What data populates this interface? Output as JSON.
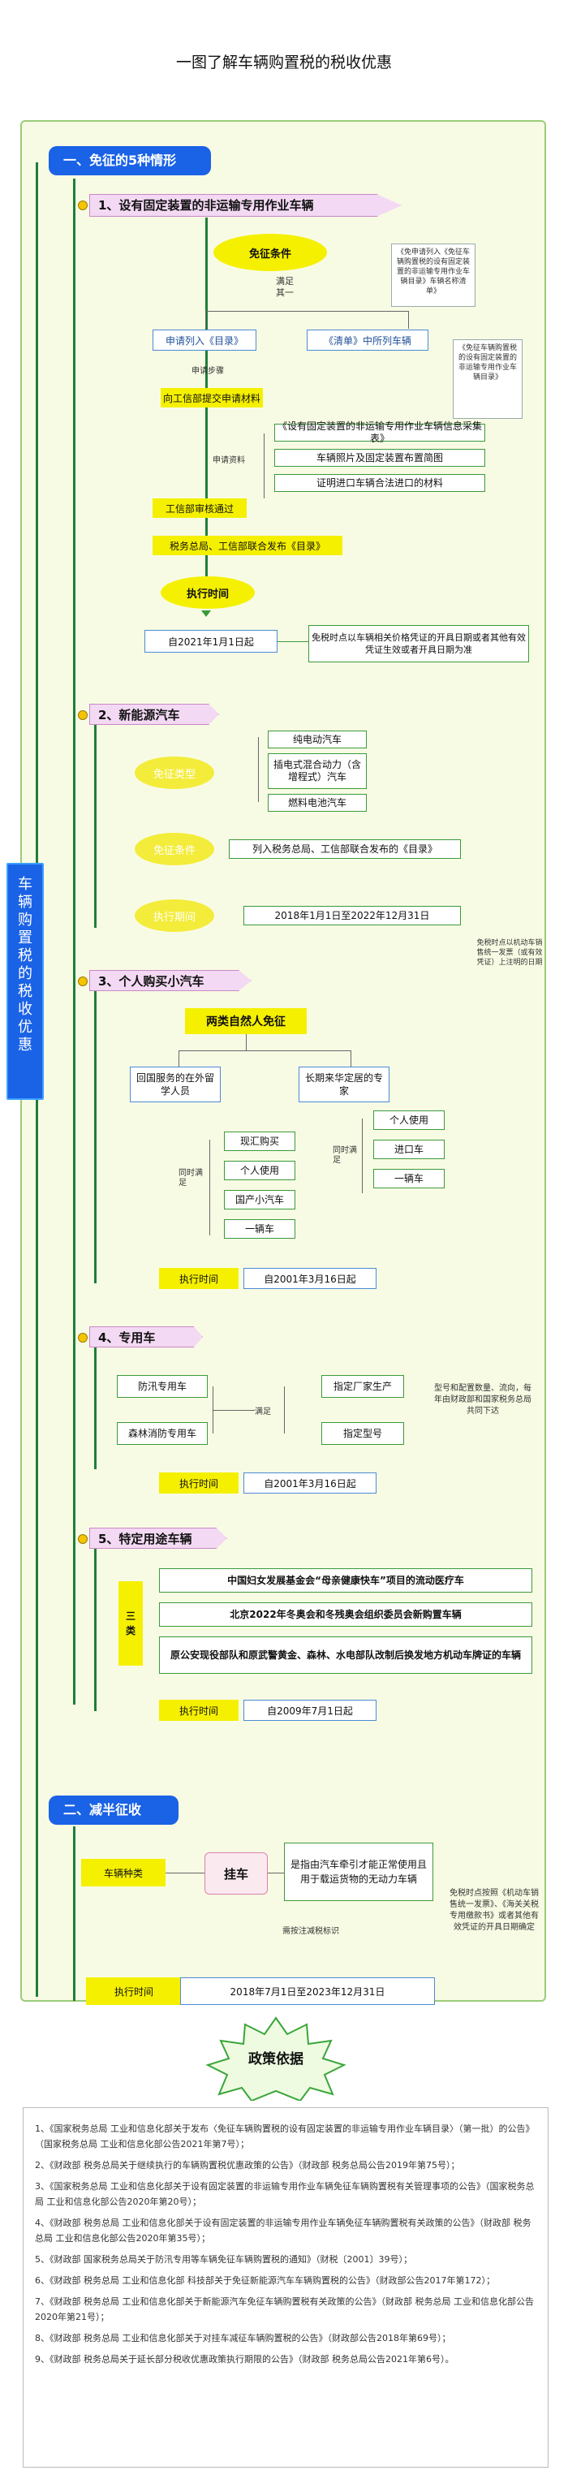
{
  "title": "一图了解车辆购置税的税收优惠",
  "vertical_title": [
    "车",
    "辆",
    "购",
    "置",
    "税",
    "的",
    "税",
    "收",
    "优",
    "惠"
  ],
  "section1": "一、免征的5种情形",
  "section2": "二、减半征收",
  "cat1": {
    "banner": "1、设有固定装置的非运输专用作业车辆",
    "condition": "免征条件",
    "meet": "满足",
    "one_of": "其一",
    "left_option": "申请列入《目录》",
    "right_option": "《清单》中所列车辆",
    "note1": "《免申请列入《免征车辆购置税的设有固定装置的非运输专用作业车辆目录》车辆名称清单》",
    "note2": "《免征车辆购置税的设有固定装置的非运输专用作业车辆目录》",
    "steps_label": "申请步骤",
    "step1": "向工信部提交申请材料",
    "materials_label": "申请资料",
    "materials": [
      "《设有固定装置的非运输专用作业车辆信息采集表》",
      "车辆照片及固定装置布置简图",
      "证明进口车辆合法进口的材料"
    ],
    "step2": "工信部审核通过",
    "step3": "税务总局、工信部联合发布《目录》",
    "exec": "执行时间",
    "exec_date": "自2021年1月1日起",
    "exec_note": "免税时点以车辆相关价格凭证的开具日期或者其他有效凭证生效或者开具日期为准"
  },
  "cat2": {
    "banner": "2、新能源汽车",
    "type_label": "免征类型",
    "types": [
      "纯电动汽车",
      "插电式混合动力（含增程式）汽车",
      "燃料电池汽车"
    ],
    "cond_label": "免征条件",
    "cond": "列入税务总局、工信部联合发布的《目录》",
    "exec_label": "执行期间",
    "exec_range": "2018年1月1日至2022年12月31日",
    "side_note": "免税时点以机动车销售统一发票（或有效凭证）上注明的日期"
  },
  "cat3": {
    "banner": "3、个人购买小汽车",
    "header": "两类自然人免征",
    "left_group": "回国服务的在外留学人员",
    "right_group": "长期来华定居的专家",
    "meet_same": "同时满足",
    "left_items": [
      "现汇购买",
      "个人使用",
      "国产小汽车",
      "一辆车"
    ],
    "right_items": [
      "个人使用",
      "进口车",
      "一辆车"
    ],
    "exec": "执行时间",
    "exec_date": "自2001年3月16日起"
  },
  "cat4": {
    "banner": "4、专用车",
    "left_items": [
      "防汛专用车",
      "森林消防专用车"
    ],
    "meet": "满足",
    "right_items": [
      "指定厂家生产",
      "指定型号"
    ],
    "note": "型号和配置数量、流向，每年由财政部和国家税务总局共同下达",
    "exec": "执行时间",
    "exec_date": "自2001年3月16日起"
  },
  "cat5": {
    "banner": "5、特定用途车辆",
    "three": "三类",
    "items": [
      "中国妇女发展基金会“母亲健康快车”项目的流动医疗车",
      "北京2022年冬奥会和冬残奥会组织委员会新购置车辆",
      "原公安现役部队和原武警黄金、森林、水电部队改制后换发地方机动车牌证的车辆"
    ],
    "exec": "执行时间",
    "exec_date": "自2009年7月1日起"
  },
  "half": {
    "type_label": "车辆种类",
    "type": "挂车",
    "desc": "是指由汽车牵引才能正常使用且用于载运货物的无动力车辆",
    "side_note": "免税时点按照《机动车销售统一发票》、《海关关税专用缴款书》或者其他有效凭证的开具日期确定",
    "seal": "需按注减税标识",
    "exec": "执行时间",
    "exec_range": "2018年7月1日至2023年12月31日"
  },
  "policy": {
    "title": "政策依据",
    "items": [
      "1、《国家税务总局 工业和信息化部关于发布〈免征车辆购置税的设有固定装置的非运输专用作业车辆目录〉（第一批）的公告》（国家税务总局 工业和信息化部公告2021年第7号）；",
      "2、《财政部 税务总局关于继续执行的车辆购置税优惠政策的公告》（财政部 税务总局公告2019年第75号）；",
      "3、《国家税务总局 工业和信息化部关于设有固定装置的非运输专用作业车辆免征车辆购置税有关管理事项的公告》（国家税务总局 工业和信息化部公告2020年第20号）；",
      "4、《财政部 税务总局 工业和信息化部关于设有固定装置的非运输专用作业车辆免征车辆购置税有关政策的公告》（财政部 税务总局 工业和信息化部公告2020年第35号）；",
      "5、《财政部 国家税务总局关于防汛专用等车辆免征车辆购置税的通知》（财税〔2001〕39号）；",
      "6、《财政部 税务总局 工业和信息化部 科技部关于免征新能源汽车车辆购置税的公告》（财政部公告2017年第172）；",
      "7、《财政部 税务总局 工业和信息化部关于新能源汽车免征车辆购置税有关政策的公告》（财政部 税务总局 工业和信息化部公告2020年第21号）；",
      "8、《财政部 税务总局 工业和信息化部关于对挂车减征车辆购置税的公告》（财政部公告2018年第69号）；",
      "9、《财政部 税务总局关于延长部分税收优惠政策执行期限的公告》（财政部 税务总局公告2021年第6号）。"
    ]
  }
}
